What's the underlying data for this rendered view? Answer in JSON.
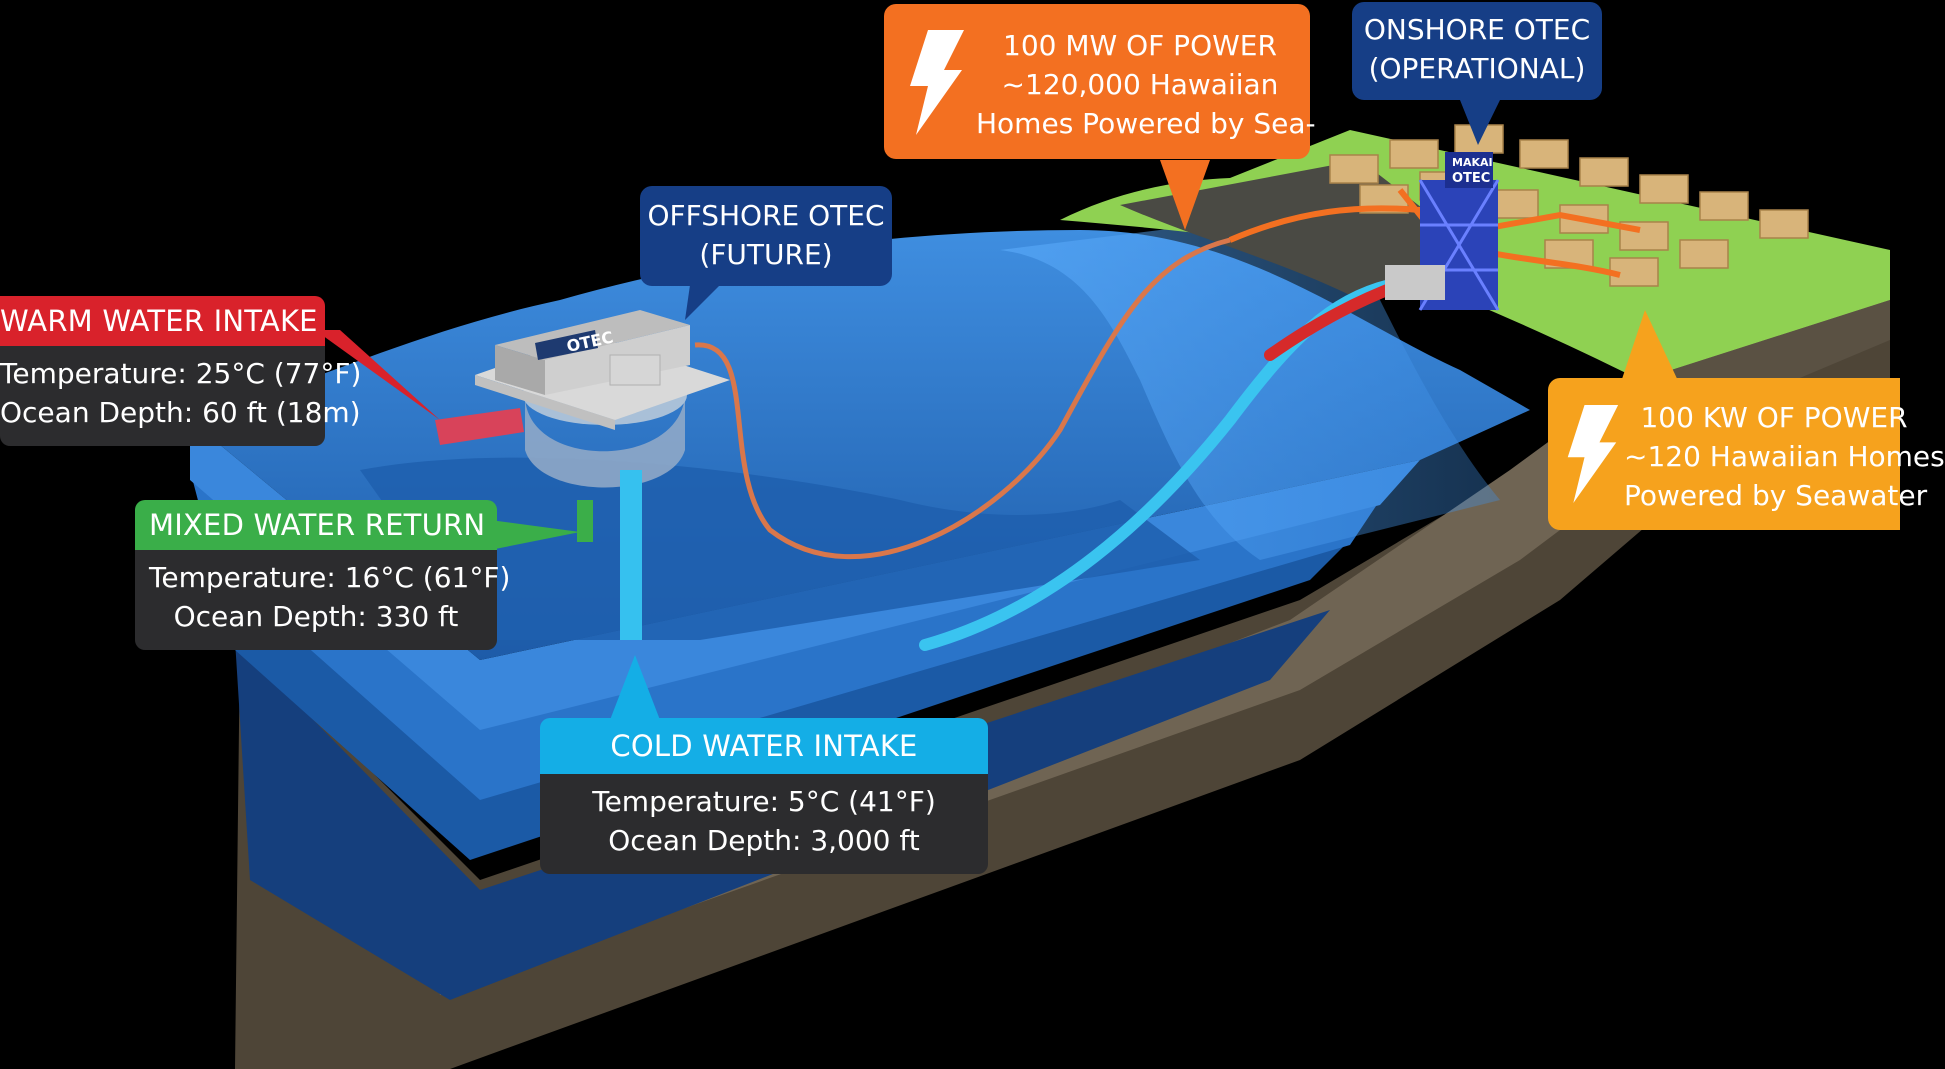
{
  "colors": {
    "warm": "#d9222b",
    "mixed": "#3aae49",
    "cold": "#14aee6",
    "offshore": "#163e86",
    "onshore": "#163e86",
    "orange": "#f37021",
    "amber": "#f6a21d",
    "water": "#2a72c8",
    "seabed": "#5a5143",
    "land": "#8fd152"
  },
  "warm_water_intake": {
    "title": "WARM WATER INTAKE",
    "line1": "Temperature: 25°C (77°F)",
    "line2": "Ocean Depth: 60 ft (18m)"
  },
  "mixed_water_return": {
    "title": "MIXED WATER RETURN",
    "line1": "Temperature: 16°C (61°F)",
    "line2": "Ocean Depth: 330 ft"
  },
  "cold_water_intake": {
    "title": "COLD WATER INTAKE",
    "line1": "Temperature: 5°C (41°F)",
    "line2": "Ocean Depth: 3,000 ft"
  },
  "offshore_otec": {
    "line1": "OFFSHORE OTEC",
    "line2": "(FUTURE)",
    "platform_label": "OTEC"
  },
  "onshore_otec": {
    "line1": "ONSHORE OTEC",
    "line2": "(OPERATIONAL)",
    "tower_label1": "MAKAI",
    "tower_label2": "OTEC"
  },
  "offshore_power": {
    "line1": "100 MW OF POWER",
    "line2": "~120,000 Hawaiian",
    "line3": "Homes Powered by Sea-"
  },
  "onshore_power": {
    "line1": "100 KW OF POWER",
    "line2": "~120 Hawaiian Homes",
    "line3": "Powered by Seawater"
  }
}
